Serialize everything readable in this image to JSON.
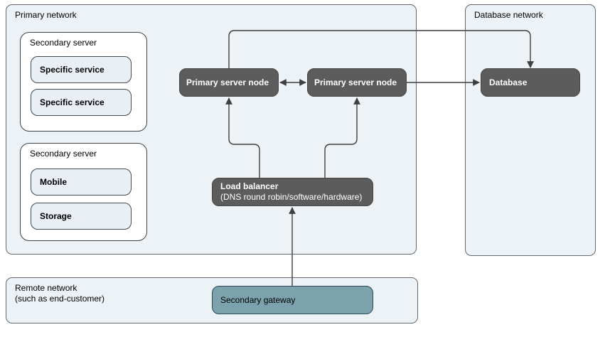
{
  "diagram": {
    "containers": {
      "primary_network": {
        "label": "Primary network"
      },
      "database_network": {
        "label": "Database network"
      },
      "remote_network": {
        "label": "Remote network",
        "sublabel": "(such as end-customer)"
      }
    },
    "secondary_servers": [
      {
        "label": "Secondary server",
        "services": [
          "Specific service",
          "Specific service"
        ]
      },
      {
        "label": "Secondary server",
        "services": [
          "Mobile",
          "Storage"
        ]
      }
    ],
    "nodes": {
      "primary_server_node_left": {
        "label": "Primary server node"
      },
      "primary_server_node_right": {
        "label": "Primary server node"
      },
      "database": {
        "label": "Database"
      },
      "load_balancer": {
        "label": "Load balancer",
        "sublabel": "(DNS round robin/software/hardware)"
      },
      "secondary_gateway": {
        "label": "Secondary gateway"
      }
    },
    "colors": {
      "network_fill": "#edf2f7",
      "network_stroke": "#63696e",
      "group_fill": "#ffffff",
      "service_fill": "#e9eff5",
      "node_fill": "#5c5c5c",
      "node_text": "#ffffff",
      "gateway_fill": "#7ba2ad",
      "gateway_stroke": "#2a4b57",
      "connector": "#3f3f3f"
    }
  }
}
